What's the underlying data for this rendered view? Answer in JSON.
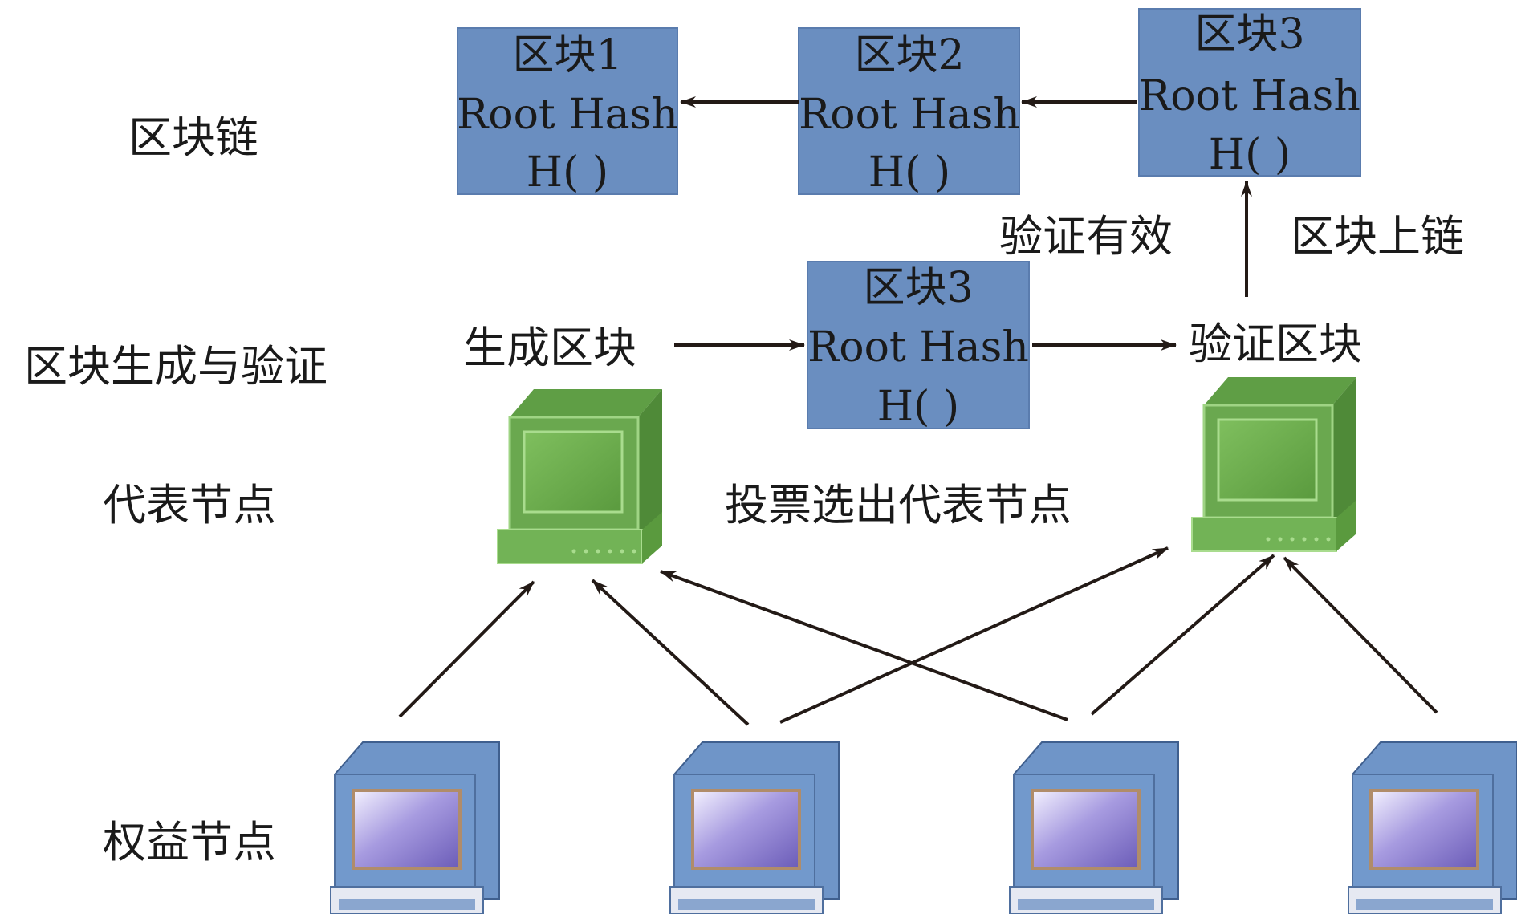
{
  "layers": {
    "blockchain": "区块链",
    "generation": "区块生成与验证",
    "delegates": "代表节点",
    "stakeholders": "权益节点"
  },
  "chain_blocks": [
    {
      "title": "区块1",
      "line2": "Root Hash",
      "line3": "H( )"
    },
    {
      "title": "区块2",
      "line2": "Root Hash",
      "line3": "H( )"
    },
    {
      "title": "区块3",
      "line2": "Root Hash",
      "line3": "H( )"
    }
  ],
  "candidate_block": {
    "title": "区块3",
    "line2": "Root Hash",
    "line3": "H( )"
  },
  "labels": {
    "generate": "生成区块",
    "verify": "验证区块",
    "valid": "验证有效",
    "onchain": "区块上链",
    "vote": "投票选出代表节点"
  },
  "colors": {
    "block_fill": "#6a8ec0",
    "block_edge": "#5a7cae",
    "delegate_green": "#6aa84f",
    "stake_blue": "#6f95c8",
    "arrow": "#231a16"
  }
}
